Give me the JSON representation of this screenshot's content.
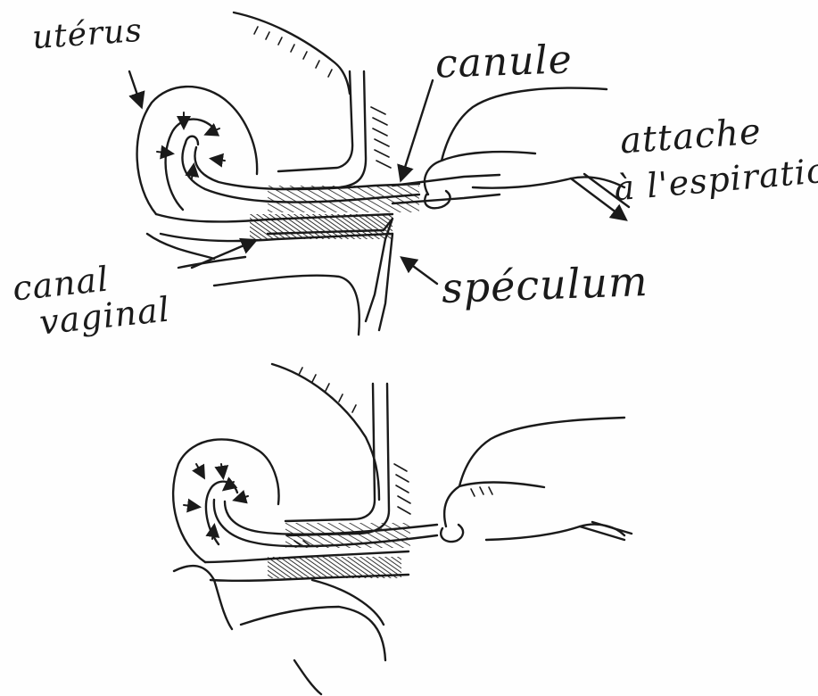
{
  "labels": {
    "uterus": "utérus",
    "canule": "canule",
    "attache_line1": "attache",
    "attache_line2": "à l'espiration",
    "canal_line1": "canal",
    "canal_line2": "vaginal",
    "speculum": "spéculum"
  },
  "colors": {
    "ink": "#1a1a1a",
    "paper": "#fefefe"
  }
}
